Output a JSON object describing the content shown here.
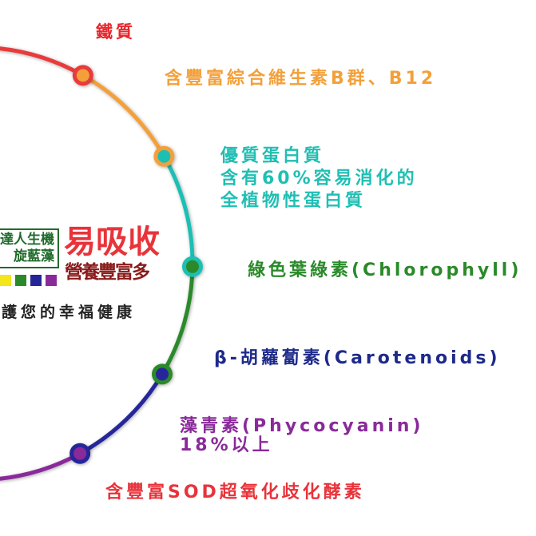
{
  "diagram": {
    "title_nodes": [
      {
        "id": "iron",
        "text": "鐵質",
        "color": "#e8262b"
      },
      {
        "id": "vitamin-b",
        "text": "含豐富綜合維生素B群、B12",
        "color": "#f3a03a"
      },
      {
        "id": "protein",
        "lines": [
          "優質蛋白質",
          "含有60%容易消化的",
          "全植物性蛋白質"
        ],
        "color": "#1fbfb3"
      },
      {
        "id": "chlorophyll",
        "text": "綠色葉綠素(Chlorophyll)",
        "color": "#2a8a2a"
      },
      {
        "id": "carotenoids",
        "text": "β-胡蘿蔔素(Carotenoids)",
        "color": "#1e2a8a"
      },
      {
        "id": "phycocyanin",
        "lines": [
          "藻青素(Phycocyanin)",
          "18%以上"
        ],
        "color": "#8a2a9a"
      },
      {
        "id": "sod",
        "text": "含豐富SOD超氧化歧化酵素",
        "color": "#e8333a"
      }
    ],
    "arc_segments": [
      {
        "color": "#e83a3a",
        "from_deg": -84,
        "to_deg": -60.4
      },
      {
        "color": "#f3a03a",
        "from_deg": -60.4,
        "to_deg": -29.7
      },
      {
        "color": "#1fbfb3",
        "from_deg": -29.7,
        "to_deg": 0.8
      },
      {
        "color": "#2a8a2a",
        "from_deg": 0.8,
        "to_deg": 30.7
      },
      {
        "color": "#25259a",
        "from_deg": 30.7,
        "to_deg": 61.3
      },
      {
        "color": "#8a2a9a",
        "from_deg": 61.3,
        "to_deg": 84
      }
    ],
    "nodes": [
      {
        "outer": "#e83a3a",
        "inner": "#f3a03a"
      },
      {
        "outer": "#f3a03a",
        "inner": "#1fbfb3"
      },
      {
        "outer": "#1fbfb3",
        "inner": "#2a8a2a"
      },
      {
        "outer": "#2a8a2a",
        "inner": "#25259a"
      },
      {
        "outer": "#25259a",
        "inner": "#8a2a9a"
      }
    ]
  },
  "logo": {
    "line1": "達人生機",
    "line2": "旋藍藻",
    "swatches": [
      "#f3e61a",
      "#2a8a2a",
      "#25259a",
      "#8a2a9a"
    ]
  },
  "slogan": {
    "main": "易吸收",
    "sub": "營養豐富多",
    "tagline": "護您的幸福健康"
  }
}
